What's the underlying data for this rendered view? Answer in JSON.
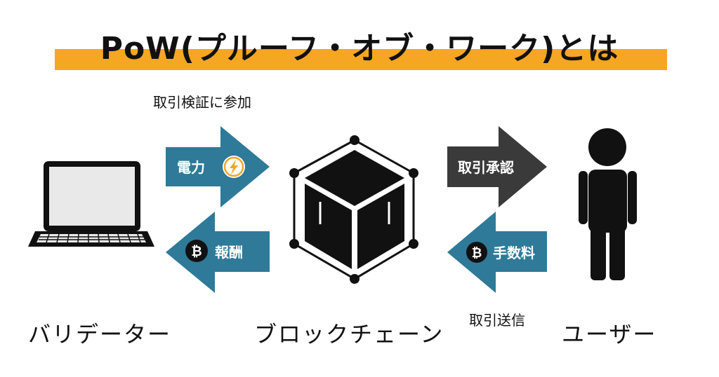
{
  "title": "PoW(プルーフ・オブ・ワーク)とは",
  "captions": {
    "validator_action": "取引検証に参加",
    "user_action": "取引送信"
  },
  "arrows": {
    "power": "電力",
    "reward": "報酬",
    "approval": "取引承認",
    "fee": "手数料"
  },
  "nodes": {
    "validator": "バリデーター",
    "blockchain": "ブロックチェーン",
    "user": "ユーザー"
  },
  "colors": {
    "accent": "#f5a623",
    "arrow_teal": "#2e7a98",
    "arrow_dark": "#3a3a3a",
    "icon_black": "#111111"
  }
}
